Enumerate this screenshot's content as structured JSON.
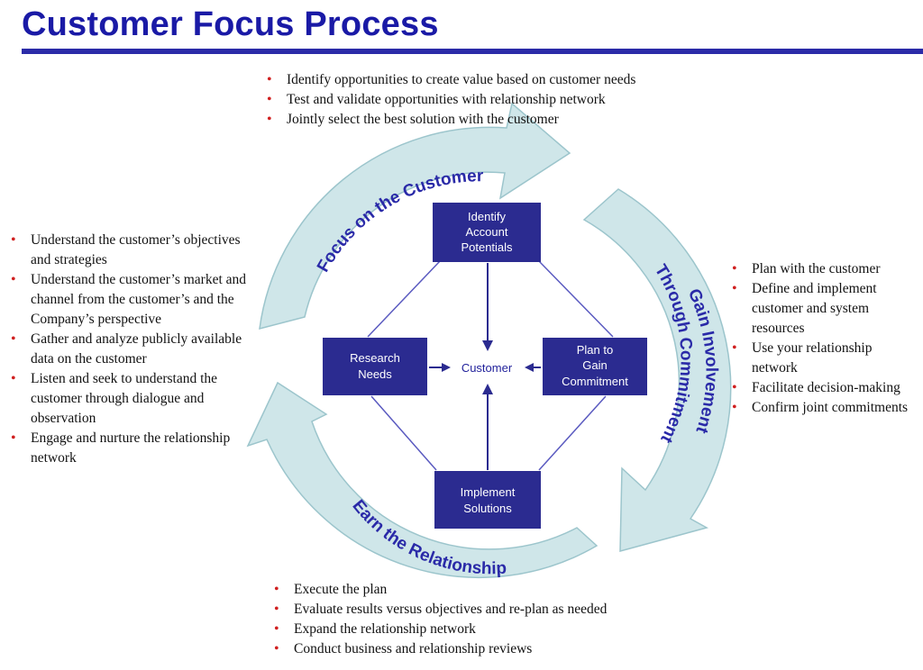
{
  "title": "Customer Focus Process",
  "colors": {
    "title": "#1a1aa6",
    "box_fill": "#2b2b90",
    "arrow_fill": "#cfe6e9",
    "arrow_stroke": "#9cc5cc",
    "bullet": "#d02020"
  },
  "center": {
    "label": "Customer"
  },
  "boxes": {
    "identify": {
      "lines": [
        "Identify",
        "Account",
        "Potentials"
      ]
    },
    "research": {
      "lines": [
        "Research",
        "Needs"
      ]
    },
    "plan": {
      "lines": [
        "Plan to",
        "Gain",
        "Commitment"
      ]
    },
    "implement": {
      "lines": [
        "Implement",
        "Solutions"
      ]
    }
  },
  "arcs": {
    "focus": "Focus on the Customer",
    "gain_line1": "Gain Involvement",
    "gain_line2": "Through Commitment",
    "earn": "Earn the Relationship"
  },
  "top_bullets": [
    "Identify opportunities to create value based on customer needs",
    "Test and validate opportunities with relationship network",
    "Jointly select the best solution with the customer"
  ],
  "left_bullets": [
    "Understand the customer’s objectives and strategies",
    "Understand the customer’s market and channel from the customer’s and the Company’s perspective",
    "Gather and analyze publicly available data on the customer",
    "Listen and seek to understand the customer through dialogue and observation",
    "Engage and nurture the relationship network"
  ],
  "right_bullets": [
    "Plan with the customer",
    "Define and implement customer and system resources",
    "Use your relationship network",
    "Facilitate decision-making",
    "Confirm joint commitments"
  ],
  "bottom_bullets": [
    "Execute the plan",
    "Evaluate results versus objectives and re-plan as needed",
    "Expand the relationship network",
    "Conduct business and relationship reviews"
  ]
}
